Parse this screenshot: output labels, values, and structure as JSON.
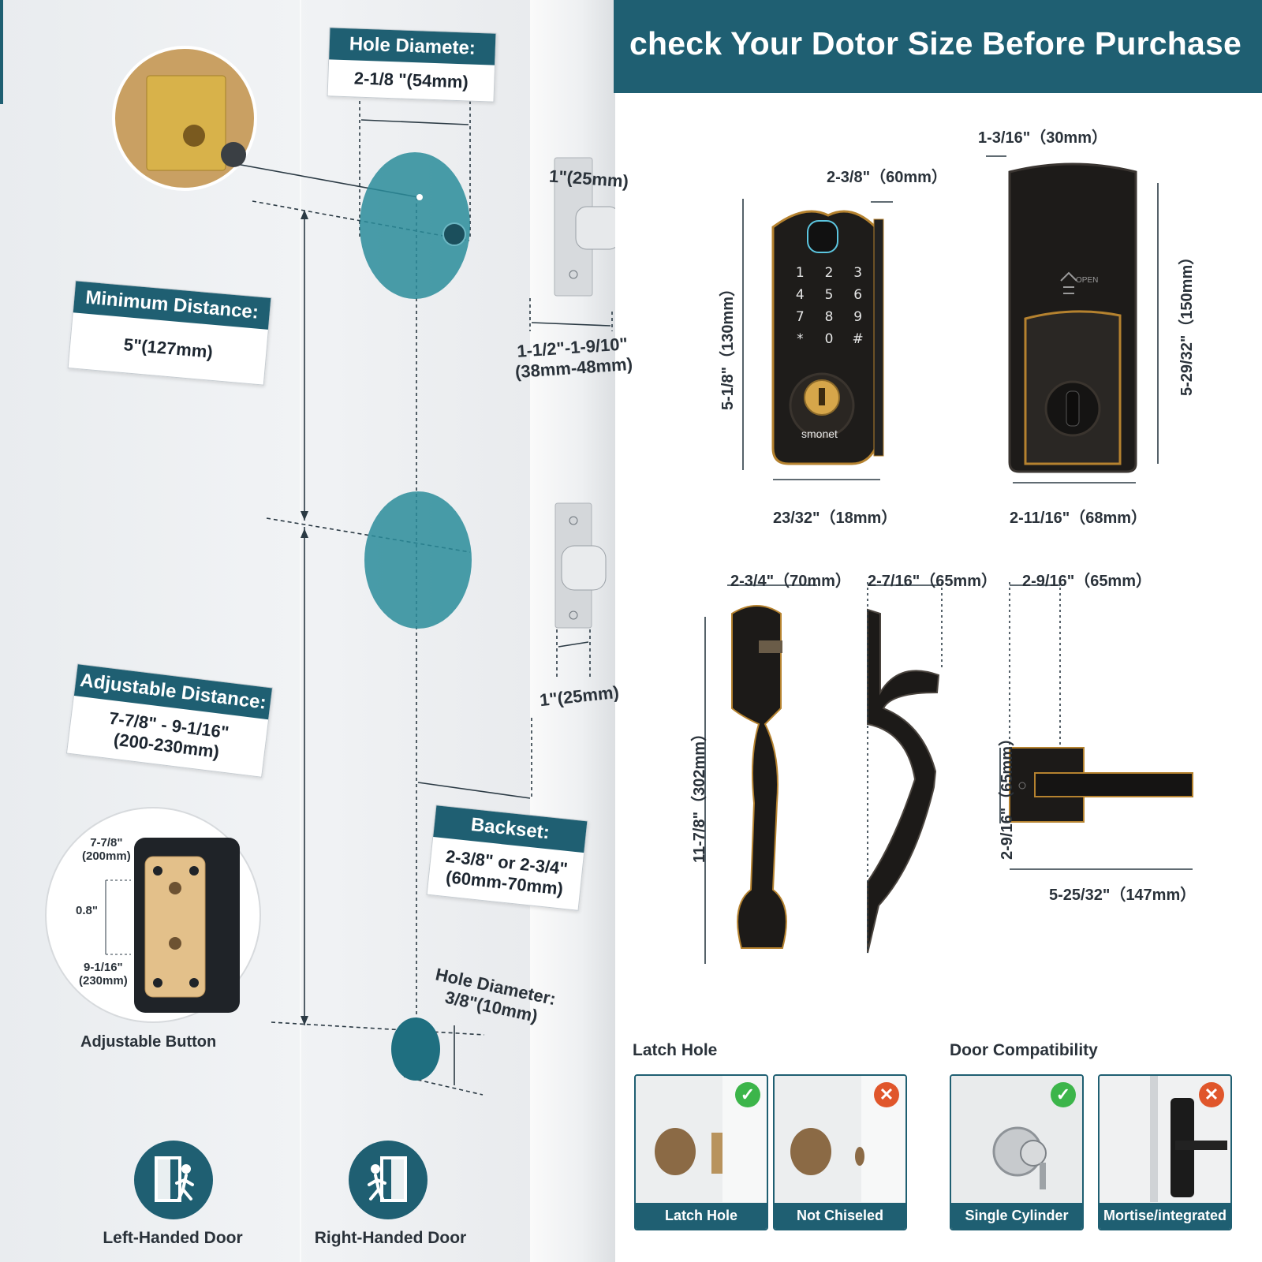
{
  "header": {
    "title": "check Your Dotor Size Before Purchase"
  },
  "left": {
    "hole_diameter_box": {
      "title": "Hole Diamete:",
      "value": "2-1/8 \"(54mm)"
    },
    "min_distance_box": {
      "title": "Minimum Distance:",
      "value": "5\"(127mm)"
    },
    "adjustable_box": {
      "title": "Adjustable Distance:",
      "value_line1": "7-7/8\" - 9-1/16\"",
      "value_line2": "(200-230mm)"
    },
    "backset_box": {
      "title": "Backset:",
      "value_line1": "2-3/8\" or 2-3/4\"",
      "value_line2": "(60mm-70mm)"
    },
    "small_hole": {
      "line1": "Hole Diameter:",
      "line2": "3/8\"(10mm)"
    },
    "latch_width_top": "1\"(25mm)",
    "door_thickness_line1": "1-1/2\"-1-9/10\"",
    "door_thickness_line2": "(38mm-48mm)",
    "strike_width": "1\"(25mm)",
    "adjustable_button": {
      "caption": "Adjustable Button",
      "top_line1": "7-7/8\"",
      "top_line2": "(200mm)",
      "middle": "0.8\"",
      "bottom_line1": "9-1/16\"",
      "bottom_line2": "(230mm)"
    },
    "handedness": [
      {
        "label": "Left-Handed Door",
        "icon": "left-handed-door-icon"
      },
      {
        "label": "Right-Handed Door",
        "icon": "right-handed-door-icon"
      }
    ]
  },
  "keypad": {
    "keys": [
      "1",
      "2",
      "3",
      "4",
      "5",
      "6",
      "7",
      "8",
      "9",
      "*",
      "0",
      "#"
    ],
    "brand": "smonet",
    "front_width": "2-3/8\"（60mm）",
    "height": "5-1/8\"（130mm）",
    "depth": "23/32\"（18mm）"
  },
  "interior_unit": {
    "thickness": "1-3/16\"（30mm）",
    "height": "5-29/32\"（150mm）",
    "width": "2-11/16\"（68mm）",
    "open_label": "OPEN"
  },
  "handle": {
    "front_width": "2-3/4\"（70mm）",
    "side_width": "2-7/16\"（65mm）",
    "height": "11-7/8\"（302mm）"
  },
  "lever": {
    "width_top": "2-9/16\"（65mm）",
    "height": "2-9/16\"（65mm）",
    "length": "5-25/32\"（147mm）"
  },
  "latch_hole_section": {
    "title": "Latch Hole",
    "cards": [
      {
        "label": "Latch Hole",
        "status": "✓"
      },
      {
        "label": "Not Chiseled",
        "status": "✕"
      }
    ]
  },
  "door_compat_section": {
    "title": "Door Compatibility",
    "cards": [
      {
        "label": "Single Cylinder",
        "status": "✓"
      },
      {
        "label": "Mortise/integrated",
        "status": "✕"
      }
    ]
  },
  "colors": {
    "teal": "#1f5f72",
    "ok_green": "#3cb54a",
    "no_orange": "#e0562b",
    "bronze": "#b5822f"
  }
}
